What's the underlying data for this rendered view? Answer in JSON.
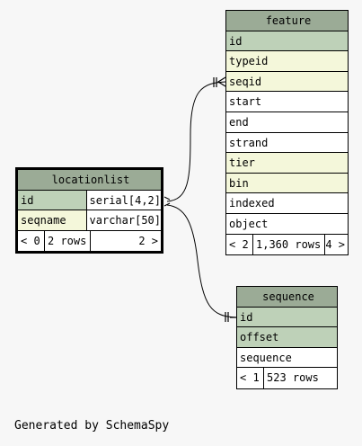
{
  "tables": {
    "feature": {
      "title": "feature",
      "columns": [
        {
          "name": "id",
          "kind": "pk"
        },
        {
          "name": "typeid",
          "kind": "fk"
        },
        {
          "name": "seqid",
          "kind": "fk"
        },
        {
          "name": "start",
          "kind": "plain"
        },
        {
          "name": "end",
          "kind": "plain"
        },
        {
          "name": "strand",
          "kind": "plain"
        },
        {
          "name": "tier",
          "kind": "fk"
        },
        {
          "name": "bin",
          "kind": "fk"
        },
        {
          "name": "indexed",
          "kind": "plain"
        },
        {
          "name": "object",
          "kind": "plain"
        }
      ],
      "footer": {
        "parents": "< 2",
        "rows": "1,360 rows",
        "children": "4 >"
      }
    },
    "locationlist": {
      "title": "locationlist",
      "columns": [
        {
          "name": "id",
          "kind": "pk",
          "type": "serial[4,2]"
        },
        {
          "name": "seqname",
          "kind": "fk",
          "type": "varchar[50]"
        }
      ],
      "footer": {
        "parents": "< 0",
        "rows": "2 rows",
        "children": "2 >"
      }
    },
    "sequence": {
      "title": "sequence",
      "columns": [
        {
          "name": "id",
          "kind": "pk"
        },
        {
          "name": "offset",
          "kind": "pk"
        },
        {
          "name": "sequence",
          "kind": "plain"
        }
      ],
      "footer": {
        "parents": "< 1",
        "rows": "523 rows"
      }
    }
  },
  "footer_text": "Generated by SchemaSpy",
  "colors": {
    "header": "#9bab96",
    "primary_key": "#bed1b8",
    "foreign_key": "#f4f7da",
    "background": "#f7f7f7"
  }
}
